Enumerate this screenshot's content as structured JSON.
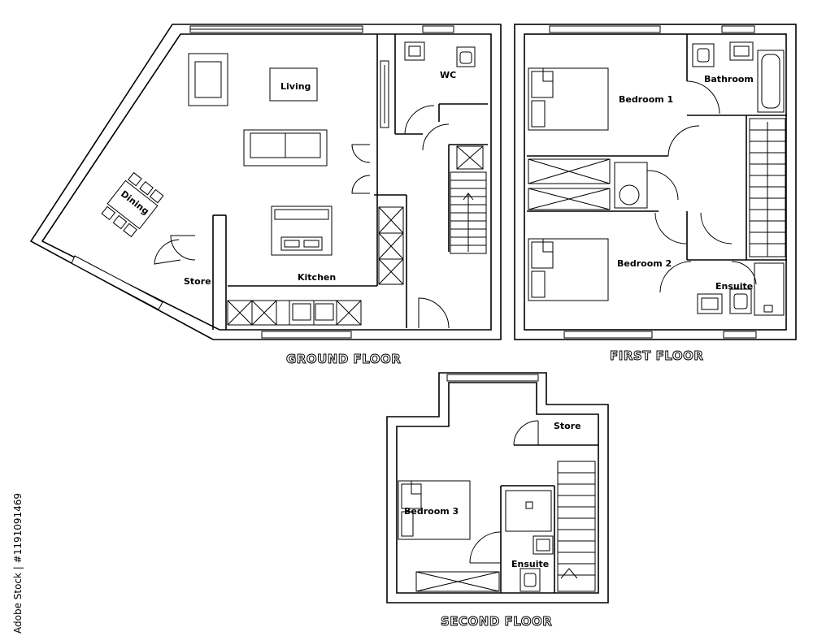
{
  "floors": {
    "ground": {
      "label": "GROUND FLOOR",
      "rooms": {
        "living": "Living",
        "wc": "WC",
        "dining": "Dining",
        "store": "Store",
        "kitchen": "Kitchen"
      }
    },
    "first": {
      "label": "FIRST FLOOR",
      "rooms": {
        "bedroom1": "Bedroom 1",
        "bathroom": "Bathroom",
        "bedroom2": "Bedroom 2",
        "ensuite": "Ensuite"
      }
    },
    "second": {
      "label": "SECOND FLOOR",
      "rooms": {
        "store": "Store",
        "bedroom3": "Bedroom 3",
        "ensuite": "Ensuite"
      }
    }
  },
  "watermark": {
    "text": "Adobe Stock | #1191091469"
  }
}
